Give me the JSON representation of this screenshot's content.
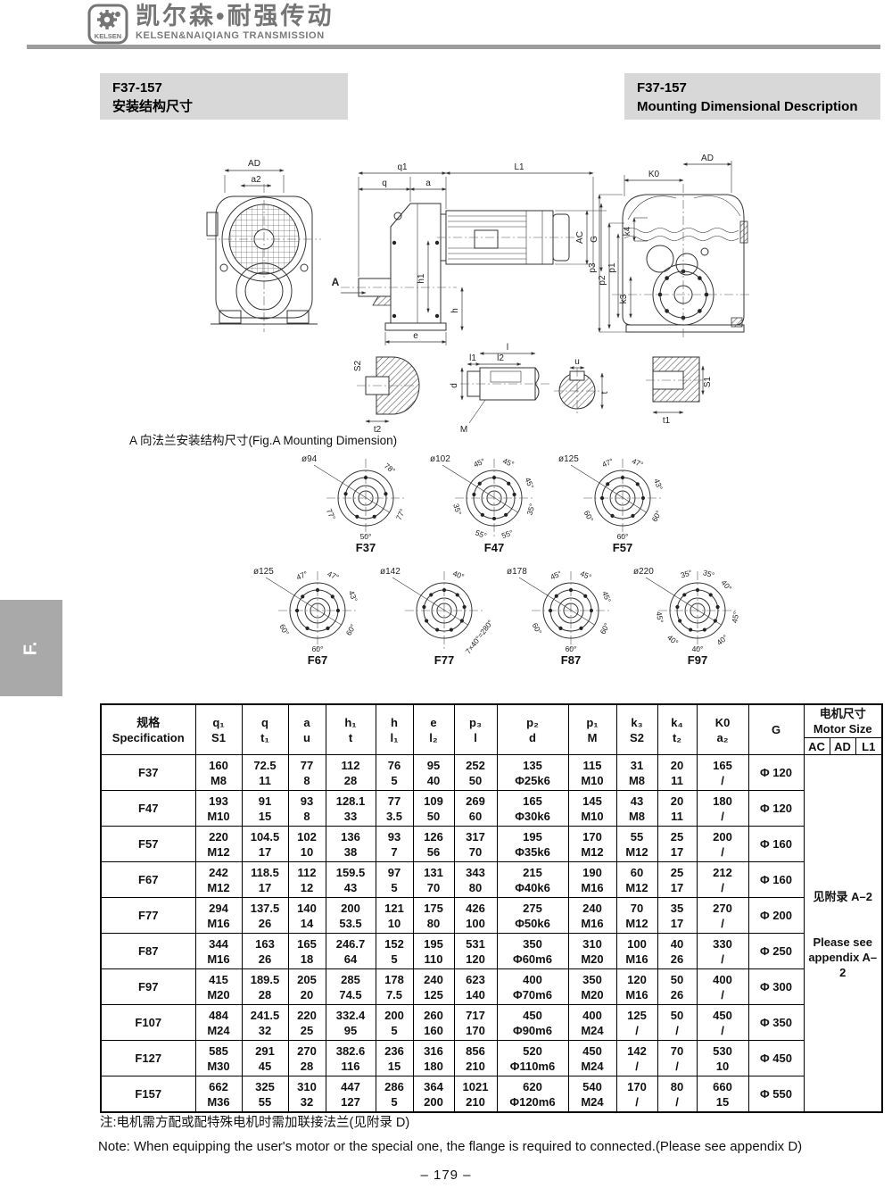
{
  "header": {
    "logo_text": "KELSEN",
    "brand_cn": "凯尔森•耐强传动",
    "brand_en": "KELSEN&NAIQIANG TRANSMISSION"
  },
  "colors": {
    "box_gray": "#d8d8d8",
    "brand_gray": "#757575",
    "tab_gray": "#a9a9a9"
  },
  "title_left": {
    "model": "F37-157",
    "text": "安装结构尺寸"
  },
  "title_right": {
    "model": "F37-157",
    "text": "Mounting Dimensional Description"
  },
  "side_tab": "F.",
  "fig_caption": "A 向法兰安装结构尺寸(Fig.A  Mounting  Dimension)",
  "drawing_labels": {
    "ad": "AD",
    "a2": "a2",
    "q1": "q1",
    "q": "q",
    "a": "a",
    "l1_dim": "L1",
    "ac": "AC",
    "g": "G",
    "h1": "h1",
    "h": "h",
    "e": "e",
    "a_arrow": "A",
    "k0": "K0",
    "k4": "k4",
    "k3": "k3",
    "p1": "p1",
    "p2": "p2",
    "p3": "p3",
    "s2": "S2",
    "t2": "t2",
    "l": "l",
    "l1": "l1",
    "l2": "l2",
    "d": "d",
    "m": "M",
    "u": "u",
    "t": "t",
    "s1": "S1",
    "t1": "t1"
  },
  "flanges": [
    {
      "name": "F37",
      "dia": "ø94",
      "bolts": [
        90,
        12,
        168,
        245,
        295
      ],
      "labels": [
        {
          "text": "78°",
          "angle": 51
        },
        {
          "text": "77°",
          "angle": 205
        },
        {
          "text": "77°",
          "angle": 335
        },
        {
          "text": "50°",
          "angle": 270
        }
      ]
    },
    {
      "name": "F47",
      "dia": "ø102",
      "bolts": [
        90,
        45,
        135,
        170,
        10,
        235,
        270,
        305
      ],
      "labels": [
        {
          "text": "45°",
          "angle": 113
        },
        {
          "text": "45°",
          "angle": 68
        },
        {
          "text": "45°",
          "angle": 23
        },
        {
          "text": "35°",
          "angle": 197
        },
        {
          "text": "35°",
          "angle": 343
        },
        {
          "text": "55°",
          "angle": 250
        },
        {
          "text": "55°",
          "angle": 290
        }
      ]
    },
    {
      "name": "F57",
      "dia": "ø125",
      "bolts": [
        90,
        137,
        43,
        180,
        0,
        240,
        300
      ],
      "labels": [
        {
          "text": "47°",
          "angle": 113
        },
        {
          "text": "47°",
          "angle": 67
        },
        {
          "text": "43°",
          "angle": 21
        },
        {
          "text": "60°",
          "angle": 208
        },
        {
          "text": "60°",
          "angle": 332
        },
        {
          "text": "60°",
          "angle": 270
        }
      ]
    },
    {
      "name": "F67",
      "dia": "ø125",
      "bolts": [
        90,
        137,
        43,
        180,
        0,
        240,
        300
      ],
      "labels": [
        {
          "text": "47°",
          "angle": 114
        },
        {
          "text": "47°",
          "angle": 66
        },
        {
          "text": "43°",
          "angle": 22
        },
        {
          "text": "60°",
          "angle": 210
        },
        {
          "text": "60°",
          "angle": 330
        },
        {
          "text": "60°",
          "angle": 270
        }
      ]
    },
    {
      "name": "F77",
      "dia": "ø142",
      "bolts": [
        90,
        130,
        170,
        210,
        250,
        290,
        330,
        10,
        50
      ],
      "labels": [
        {
          "text": "40°",
          "angle": 68
        },
        {
          "text": "7×40°=280°",
          "angle": 323,
          "r": 18
        }
      ]
    },
    {
      "name": "F87",
      "dia": "ø178",
      "bolts": [
        90,
        135,
        45,
        180,
        0,
        240,
        300
      ],
      "labels": [
        {
          "text": "45°",
          "angle": 113
        },
        {
          "text": "45°",
          "angle": 67
        },
        {
          "text": "45°",
          "angle": 21
        },
        {
          "text": "60°",
          "angle": 208
        },
        {
          "text": "60°",
          "angle": 332
        },
        {
          "text": "60°",
          "angle": 270
        }
      ]
    },
    {
      "name": "F97",
      "dia": "ø220",
      "bolts": [
        90,
        130,
        170,
        210,
        250,
        290,
        330,
        10,
        50
      ],
      "labels": [
        {
          "text": "35°",
          "angle": 107
        },
        {
          "text": "35°",
          "angle": 73
        },
        {
          "text": "40°",
          "angle": 41
        },
        {
          "text": "45°",
          "angle": 350
        },
        {
          "text": "45°",
          "angle": 190
        },
        {
          "text": "40°",
          "angle": 230
        },
        {
          "text": "40°",
          "angle": 270
        },
        {
          "text": "40°",
          "angle": 310
        }
      ]
    }
  ],
  "table": {
    "header": {
      "spec": [
        "规格",
        "Specification"
      ],
      "cols": [
        [
          "q₁",
          "S1"
        ],
        [
          "q",
          "t₁"
        ],
        [
          "a",
          "u"
        ],
        [
          "h₁",
          "t"
        ],
        [
          "h",
          "l₁"
        ],
        [
          "e",
          "l₂"
        ],
        [
          "p₃",
          "l"
        ],
        [
          "p₂",
          "d"
        ],
        [
          "p₁",
          "M"
        ],
        [
          "k₃",
          "S2"
        ],
        [
          "k₄",
          "t₂"
        ],
        [
          "K0",
          "a₂"
        ]
      ],
      "g": "G",
      "motor": [
        "电机尺寸",
        "Motor Size"
      ],
      "motor_sub": [
        "AC",
        "AD",
        "L1"
      ]
    },
    "rows": [
      {
        "spec": "F37",
        "g": "Φ 120",
        "cells": [
          [
            "160",
            "M8"
          ],
          [
            "72.5",
            "11"
          ],
          [
            "77",
            "8"
          ],
          [
            "112",
            "28"
          ],
          [
            "76",
            "5"
          ],
          [
            "95",
            "40"
          ],
          [
            "252",
            "50"
          ],
          [
            "135",
            "Φ25k6"
          ],
          [
            "115",
            "M10"
          ],
          [
            "31",
            "M8"
          ],
          [
            "20",
            "11"
          ],
          [
            "165",
            "/"
          ]
        ]
      },
      {
        "spec": "F47",
        "g": "Φ 120",
        "cells": [
          [
            "193",
            "M10"
          ],
          [
            "91",
            "15"
          ],
          [
            "93",
            "8"
          ],
          [
            "128.1",
            "33"
          ],
          [
            "77",
            "3.5"
          ],
          [
            "109",
            "50"
          ],
          [
            "269",
            "60"
          ],
          [
            "165",
            "Φ30k6"
          ],
          [
            "145",
            "M10"
          ],
          [
            "43",
            "M8"
          ],
          [
            "20",
            "11"
          ],
          [
            "180",
            "/"
          ]
        ]
      },
      {
        "spec": "F57",
        "g": "Φ 160",
        "cells": [
          [
            "220",
            "M12"
          ],
          [
            "104.5",
            "17"
          ],
          [
            "102",
            "10"
          ],
          [
            "136",
            "38"
          ],
          [
            "93",
            "7"
          ],
          [
            "126",
            "56"
          ],
          [
            "317",
            "70"
          ],
          [
            "195",
            "Φ35k6"
          ],
          [
            "170",
            "M12"
          ],
          [
            "55",
            "M12"
          ],
          [
            "25",
            "17"
          ],
          [
            "200",
            "/"
          ]
        ]
      },
      {
        "spec": "F67",
        "g": "Φ 160",
        "cells": [
          [
            "242",
            "M12"
          ],
          [
            "118.5",
            "17"
          ],
          [
            "112",
            "12"
          ],
          [
            "159.5",
            "43"
          ],
          [
            "97",
            "5"
          ],
          [
            "131",
            "70"
          ],
          [
            "343",
            "80"
          ],
          [
            "215",
            "Φ40k6"
          ],
          [
            "190",
            "M16"
          ],
          [
            "60",
            "M12"
          ],
          [
            "25",
            "17"
          ],
          [
            "212",
            "/"
          ]
        ]
      },
      {
        "spec": "F77",
        "g": "Φ 200",
        "cells": [
          [
            "294",
            "M16"
          ],
          [
            "137.5",
            "26"
          ],
          [
            "140",
            "14"
          ],
          [
            "200",
            "53.5"
          ],
          [
            "121",
            "10"
          ],
          [
            "175",
            "80"
          ],
          [
            "426",
            "100"
          ],
          [
            "275",
            "Φ50k6"
          ],
          [
            "240",
            "M16"
          ],
          [
            "70",
            "M12"
          ],
          [
            "35",
            "17"
          ],
          [
            "270",
            "/"
          ]
        ]
      },
      {
        "spec": "F87",
        "g": "Φ 250",
        "cells": [
          [
            "344",
            "M16"
          ],
          [
            "163",
            "26"
          ],
          [
            "165",
            "18"
          ],
          [
            "246.7",
            "64"
          ],
          [
            "152",
            "5"
          ],
          [
            "195",
            "110"
          ],
          [
            "531",
            "120"
          ],
          [
            "350",
            "Φ60m6"
          ],
          [
            "310",
            "M20"
          ],
          [
            "100",
            "M16"
          ],
          [
            "40",
            "26"
          ],
          [
            "330",
            "/"
          ]
        ]
      },
      {
        "spec": "F97",
        "g": "Φ 300",
        "cells": [
          [
            "415",
            "M20"
          ],
          [
            "189.5",
            "28"
          ],
          [
            "205",
            "20"
          ],
          [
            "285",
            "74.5"
          ],
          [
            "178",
            "7.5"
          ],
          [
            "240",
            "125"
          ],
          [
            "623",
            "140"
          ],
          [
            "400",
            "Φ70m6"
          ],
          [
            "350",
            "M20"
          ],
          [
            "120",
            "M16"
          ],
          [
            "50",
            "26"
          ],
          [
            "400",
            "/"
          ]
        ]
      },
      {
        "spec": "F107",
        "g": "Φ 350",
        "cells": [
          [
            "484",
            "M24"
          ],
          [
            "241.5",
            "32"
          ],
          [
            "220",
            "25"
          ],
          [
            "332.4",
            "95"
          ],
          [
            "200",
            "5"
          ],
          [
            "260",
            "160"
          ],
          [
            "717",
            "170"
          ],
          [
            "450",
            "Φ90m6"
          ],
          [
            "400",
            "M24"
          ],
          [
            "125",
            "/"
          ],
          [
            "50",
            "/"
          ],
          [
            "450",
            "/"
          ]
        ]
      },
      {
        "spec": "F127",
        "g": "Φ 450",
        "cells": [
          [
            "585",
            "M30"
          ],
          [
            "291",
            "45"
          ],
          [
            "270",
            "28"
          ],
          [
            "382.6",
            "116"
          ],
          [
            "236",
            "15"
          ],
          [
            "316",
            "180"
          ],
          [
            "856",
            "210"
          ],
          [
            "520",
            "Φ110m6"
          ],
          [
            "450",
            "M24"
          ],
          [
            "142",
            "/"
          ],
          [
            "70",
            "/"
          ],
          [
            "530",
            "10"
          ]
        ]
      },
      {
        "spec": "F157",
        "g": "Φ 550",
        "cells": [
          [
            "662",
            "M36"
          ],
          [
            "325",
            "55"
          ],
          [
            "310",
            "32"
          ],
          [
            "447",
            "127"
          ],
          [
            "286",
            "5"
          ],
          [
            "364",
            "200"
          ],
          [
            "1021",
            "210"
          ],
          [
            "620",
            "Φ120m6"
          ],
          [
            "540",
            "M24"
          ],
          [
            "170",
            "/"
          ],
          [
            "80",
            "/"
          ],
          [
            "660",
            "15"
          ]
        ]
      }
    ],
    "motor_note": {
      "cn": "见附录 A–2",
      "en": "Please see appendix A–2"
    }
  },
  "notes": {
    "cn": "注:电机需方配或配特殊电机时需加联接法兰(见附录 D)",
    "en": "Note:  When equipping the user's motor or the special one, the flange is required to connected.(Please see appendix D)"
  },
  "page_number": "– 179 –"
}
